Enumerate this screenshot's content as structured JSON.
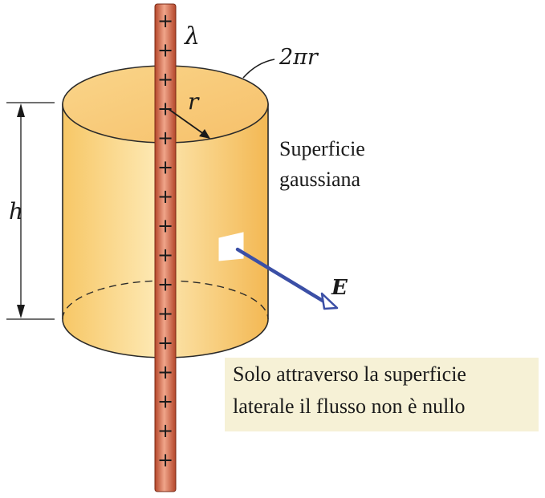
{
  "labels": {
    "lambda": "λ",
    "circumference": "2πr",
    "radius": "r",
    "height": "h",
    "field": "E",
    "surface_line1": "Superficie",
    "surface_line2": "gaussiana"
  },
  "caption": {
    "line1": "Solo attraverso la superficie",
    "line2": "laterale il flusso non è nullo"
  },
  "rod": {
    "charge_symbol": "+",
    "charge_count": 16
  },
  "colors": {
    "cylinder_light": "#fde8b2",
    "cylinder_mid": "#f7c766",
    "cylinder_edge": "#e8a53c",
    "rod_dark": "#b4462a",
    "rod_light": "#f0a58a",
    "arrow": "#3b4fa6",
    "caption_bg": "#f6f1d6"
  }
}
